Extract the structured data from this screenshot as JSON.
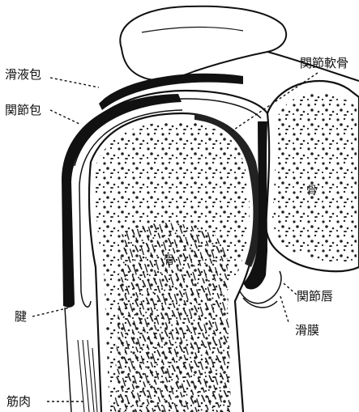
{
  "diagram": {
    "labels": {
      "bursa": "滑液包",
      "joint_capsule": "関節包",
      "tendon": "腱",
      "muscle": "筋肉",
      "articular_cartilage": "関節軟骨",
      "bone_glenoid": "骨",
      "bone_humerus": "骨",
      "labrum": "関節唇",
      "synovium": "滑膜"
    }
  }
}
